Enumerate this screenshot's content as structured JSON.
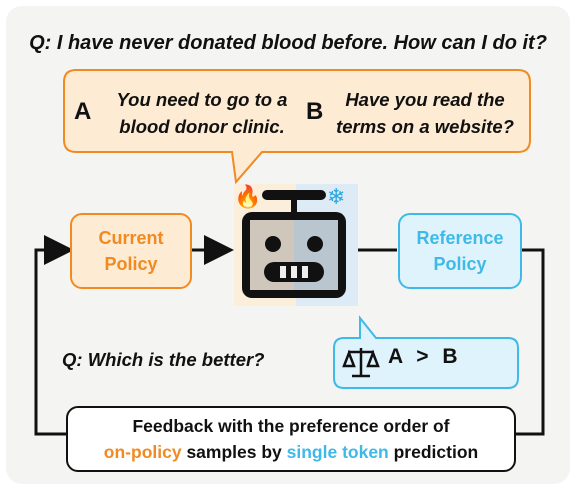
{
  "question": "Q: I have never donated blood before. How can I do it?",
  "answers": {
    "a_letter": "A",
    "a_text_line1": "You need to go to a",
    "a_text_line2": "blood donor clinic.",
    "b_letter": "B",
    "b_text_line1": "Have you read the",
    "b_text_line2": "terms on a website?"
  },
  "current_policy": {
    "line1": "Current",
    "line2": "Policy",
    "status_icon": "fire-icon"
  },
  "reference_policy": {
    "line1": "Reference",
    "line2": "Policy",
    "status_icon": "snowflake-icon"
  },
  "model_icon": "robot-icon",
  "judge_question": "Q: Which is the better?",
  "comparison": {
    "icon": "scale-icon",
    "text": "A > B"
  },
  "feedback": {
    "line1": "Feedback with the preference order of",
    "part_onpolicy": "on-policy",
    "part_samples": " samples by ",
    "part_single": "single token",
    "part_prediction": " prediction"
  },
  "colors": {
    "current": "#f28a22",
    "reference": "#3fb9e8",
    "panel": "#f4f4f2"
  }
}
